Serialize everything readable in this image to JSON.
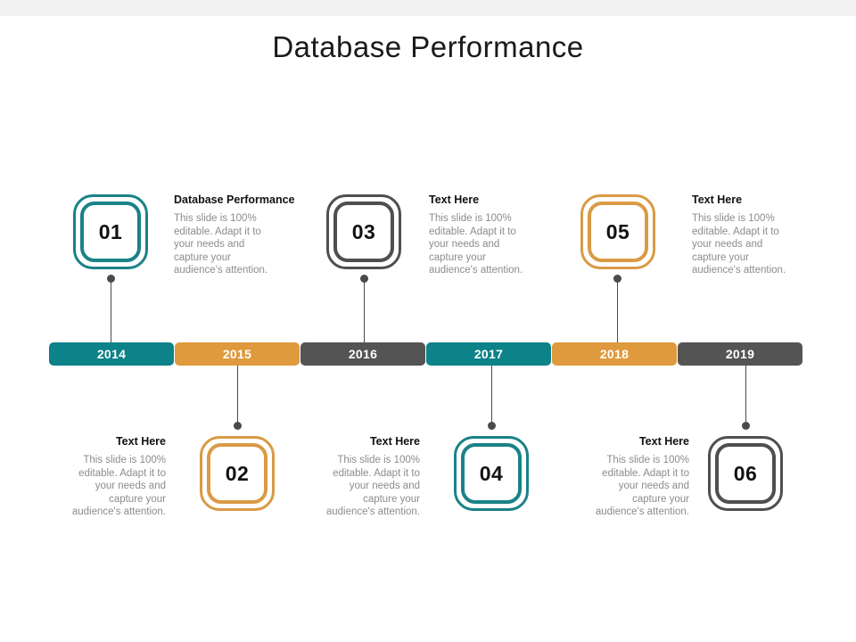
{
  "slide": {
    "title": "Database Performance",
    "background_color": "#ffffff",
    "top_band_color": "#f1f1f1"
  },
  "palette": {
    "teal": "#0c8289",
    "orange": "#df9a3d",
    "gray": "#545454",
    "badge_teal": "#1a8287",
    "badge_orange": "#d99a45",
    "badge_gray": "#4f4f4f",
    "connector": "#4a4a4a",
    "body_text": "#8c8c8c",
    "heading_text": "#111111"
  },
  "timeline": {
    "years": [
      {
        "label": "2014",
        "color": "#0c8289"
      },
      {
        "label": "2015",
        "color": "#df9a3d"
      },
      {
        "label": "2016",
        "color": "#545454"
      },
      {
        "label": "2017",
        "color": "#0c8289"
      },
      {
        "label": "2018",
        "color": "#df9a3d"
      },
      {
        "label": "2019",
        "color": "#545454"
      }
    ]
  },
  "items": [
    {
      "number": "01",
      "year": "2014",
      "position": "top",
      "badge_color": "#1a8287",
      "heading": "Database Performance",
      "body": "This slide is 100% editable. Adapt it to your needs and capture your audience's attention."
    },
    {
      "number": "02",
      "year": "2015",
      "position": "bottom",
      "badge_color": "#d99a45",
      "heading": "Text Here",
      "body": "This slide is 100% editable. Adapt it to your needs and capture your audience's attention."
    },
    {
      "number": "03",
      "year": "2016",
      "position": "top",
      "badge_color": "#4f4f4f",
      "heading": "Text Here",
      "body": "This slide is 100% editable. Adapt it to your needs and capture your audience's attention."
    },
    {
      "number": "04",
      "year": "2017",
      "position": "bottom",
      "badge_color": "#1a8287",
      "heading": "Text Here",
      "body": "This slide is 100% editable. Adapt it to your needs and capture your audience's attention."
    },
    {
      "number": "05",
      "year": "2018",
      "position": "top",
      "badge_color": "#d99a45",
      "heading": "Text Here",
      "body": "This slide is 100% editable. Adapt it to your needs and capture your audience's attention."
    },
    {
      "number": "06",
      "year": "2019",
      "position": "bottom",
      "badge_color": "#4f4f4f",
      "heading": "Text Here",
      "body": "This slide is 100% editable. Adapt it to your needs and capture your audience's attention."
    }
  ]
}
